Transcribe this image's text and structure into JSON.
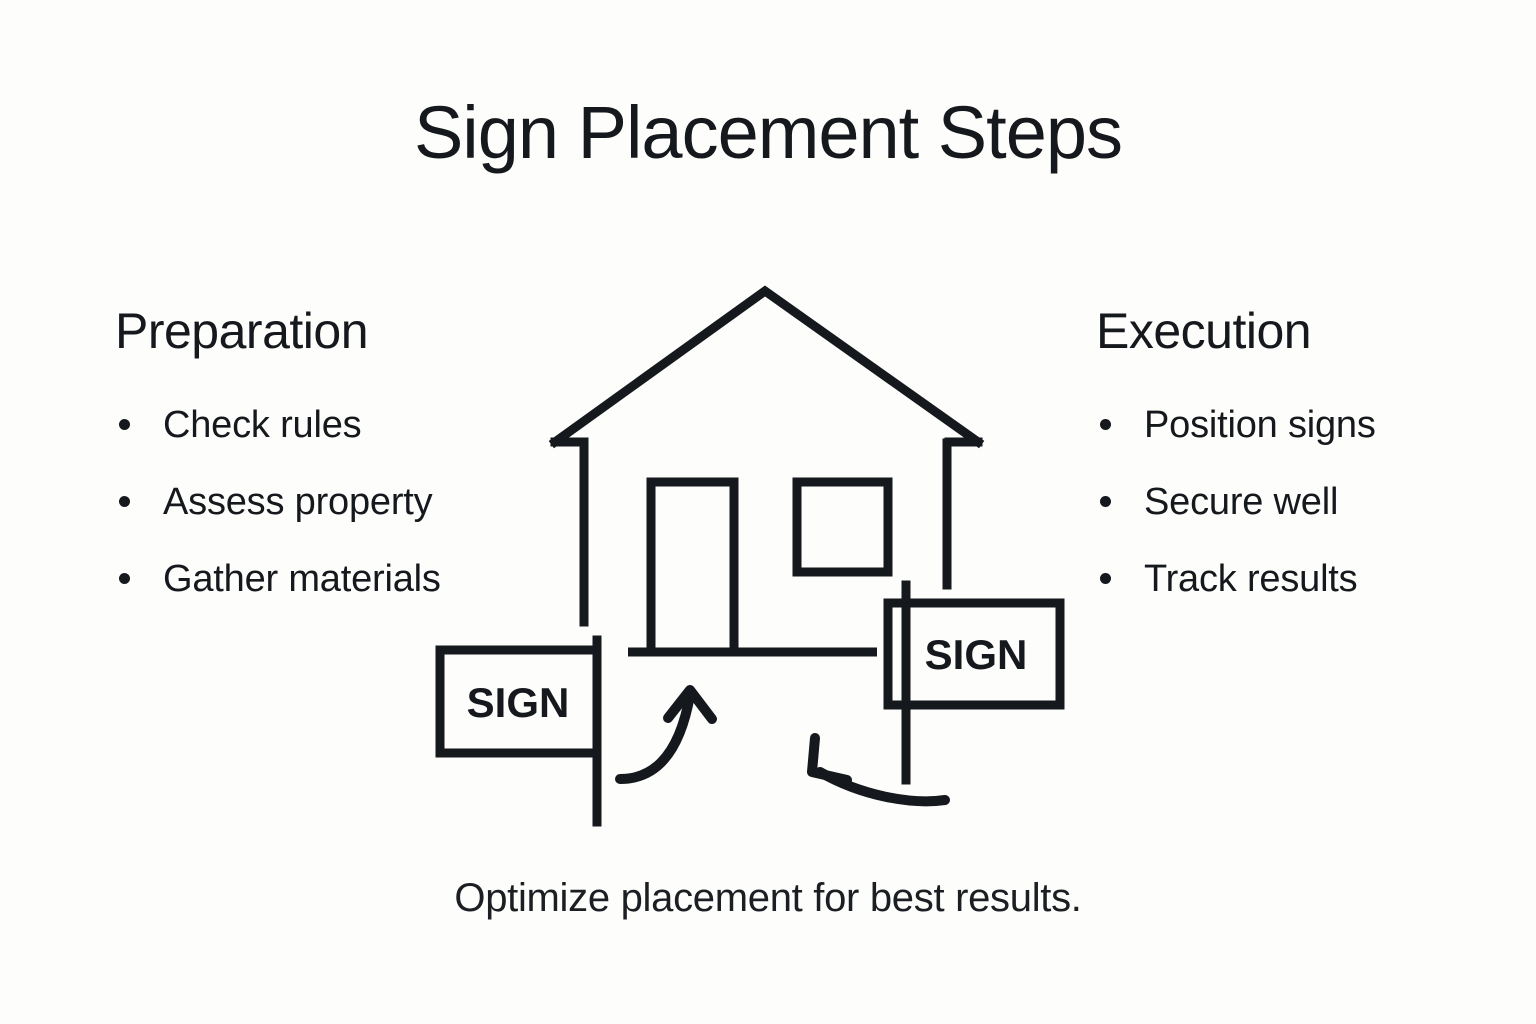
{
  "page": {
    "title": "Sign Placement Steps",
    "caption": "Optimize placement for best results.",
    "background_color": "#fdfdfb",
    "ink_color": "#15181c"
  },
  "columns": {
    "left": {
      "heading": "Preparation",
      "items": [
        {
          "label": "Check rules"
        },
        {
          "label": "Assess property"
        },
        {
          "label": "Gather materials"
        }
      ]
    },
    "right": {
      "heading": "Execution",
      "items": [
        {
          "label": "Position signs"
        },
        {
          "label": "Secure well"
        },
        {
          "label": "Track results"
        }
      ]
    }
  },
  "illustration": {
    "name": "house-with-yard-signs",
    "house": {
      "roof": "peaked-roof",
      "door": "front-door",
      "window": "square-window",
      "ground": "ground-line"
    },
    "signs": [
      {
        "id": "left-sign",
        "label": "SIGN"
      },
      {
        "id": "right-sign",
        "label": "SIGN"
      }
    ],
    "arrows": [
      {
        "id": "left-arrow",
        "direction": "up-right"
      },
      {
        "id": "right-arrow",
        "direction": "up-left"
      }
    ]
  }
}
